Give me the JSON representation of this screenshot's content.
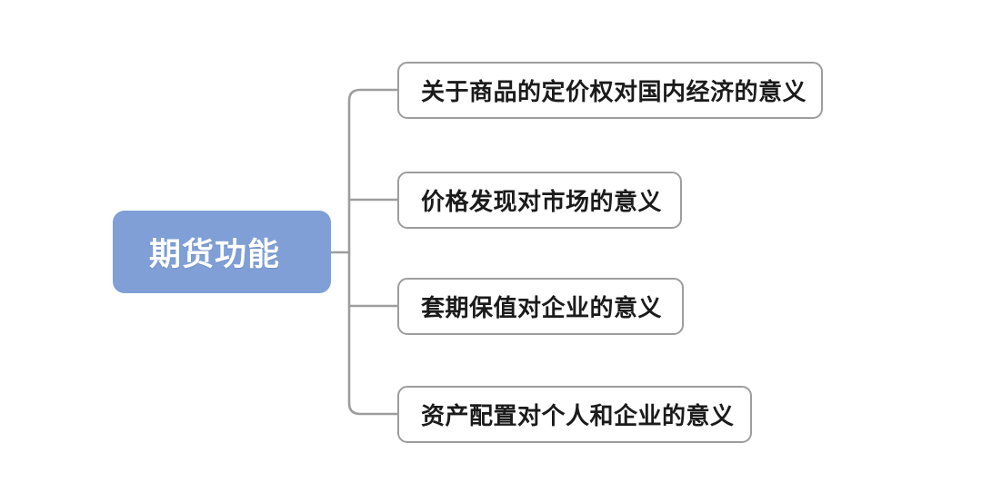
{
  "diagram": {
    "type": "mind-map",
    "orientation": "left-to-right",
    "background_color": "#ffffff",
    "root": {
      "label": "期货功能",
      "fill_color": "#7f9fd6",
      "text_color": "#ffffff"
    },
    "branch": {
      "line_color": "#9d9d9d",
      "node_border_color": "#9d9d9d",
      "node_fill_color": "#ffffff",
      "node_text_color": "#1b1b1b"
    },
    "children": [
      {
        "label": "关于商品的定价权对国内经济的意义"
      },
      {
        "label": "价格发现对市场的意义"
      },
      {
        "label": "套期保值对企业的意义"
      },
      {
        "label": "资产配置对个人和企业的意义"
      }
    ]
  }
}
